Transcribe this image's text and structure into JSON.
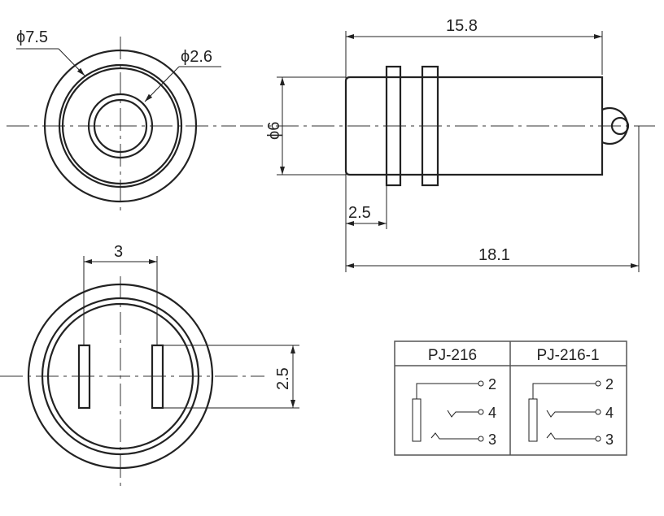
{
  "dimensions": {
    "outer_diameter": "ϕ7.5",
    "inner_diameter": "ϕ2.6",
    "length_body": "15.8",
    "body_diameter": "ϕ6",
    "flange_offset": "2.5",
    "length_total": "18.1",
    "pin_spacing": "3",
    "pin_length": "2.5"
  },
  "table": {
    "headers": [
      "PJ-216",
      "PJ-216-1"
    ],
    "pins": [
      "2",
      "4",
      "3"
    ]
  }
}
